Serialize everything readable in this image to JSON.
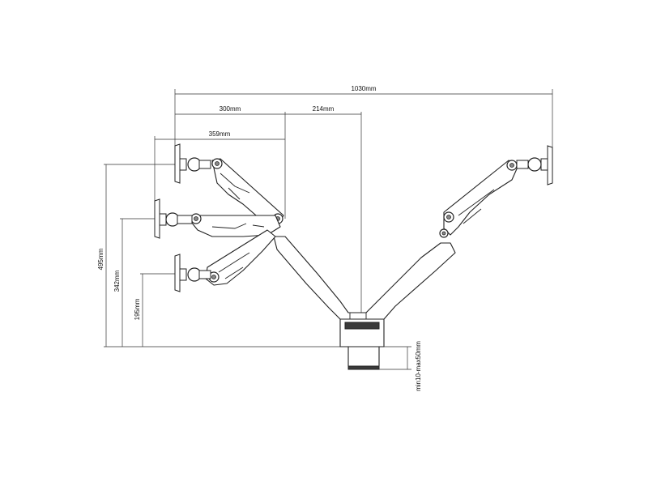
{
  "dimensions": {
    "total_width": "1030mm",
    "reach_short": "300mm",
    "pole_offset": "214mm",
    "reach_long": "359mm",
    "height_max": "495mm",
    "height_mid": "342mm",
    "height_min": "195mm",
    "desk_thickness": "min10-max50mm"
  }
}
